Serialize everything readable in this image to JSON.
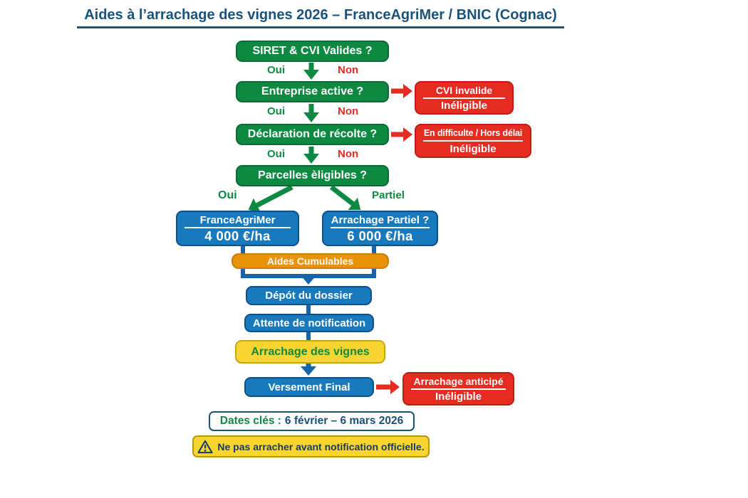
{
  "title": "Aides à l’arrachage des vignes 2026 – FranceAgriMer / BNIC (Cognac)",
  "labels": {
    "oui": "Oui",
    "non": "Non",
    "partiel": "Partiel"
  },
  "questions": {
    "q1": "SIRET & CVI Valides ?",
    "q2": "Entreprise active ?",
    "q3": "Déclaration de récolte ?",
    "q4": "Parcelles èligibles ?"
  },
  "rejections": {
    "cvi": {
      "line1": "CVI invalide",
      "line2": "Inéligible"
    },
    "difficulte": {
      "line1": "En difficulte / Hors délai",
      "line2": "Inéligible"
    },
    "anticipe": {
      "line1": "Arrachage anticipé",
      "line2": "Inéligible"
    }
  },
  "aids": {
    "left": {
      "name": "FranceAgriMer",
      "amount": "4 000 €/ha"
    },
    "right": {
      "name": "Arrachage Partiel ?",
      "amount": "6 000 €/ha"
    },
    "cumulables": "Aides Cumulables"
  },
  "steps": {
    "depot": "Dépót du dossier",
    "attente": "Attente de notification",
    "arrachage": "Arrachage des vignes",
    "versement": "Versement Final"
  },
  "footer": {
    "dates_label": "Dates clés :",
    "dates_value": "6 février – 6 mars 2026",
    "warning": "Ne pas arracher avant notification officielle."
  },
  "icons": {
    "warning": "triangle-exclamation"
  },
  "colors": {
    "navy": "#1a527a",
    "green": "#0e8942",
    "red": "#e62b21",
    "blue": "#187abc",
    "connector_blue": "#1565ab",
    "orange": "#e9930a",
    "yellow": "#f9d531"
  }
}
